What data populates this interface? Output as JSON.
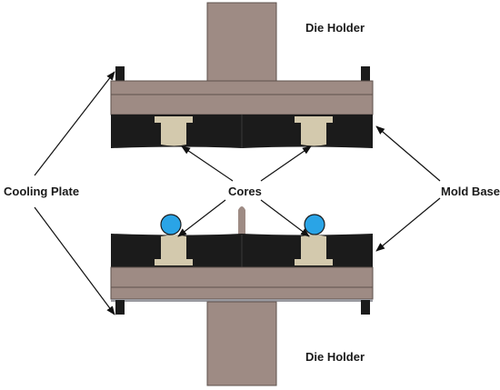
{
  "labels": {
    "die_holder_top": "Die Holder",
    "die_holder_bottom": "Die Holder",
    "cooling_plate": "Cooling Plate",
    "cores": "Cores",
    "mold_base": "Mold Base"
  },
  "colors": {
    "holder": "#9e8b84",
    "holder_stroke": "#5e504b",
    "mold": "#1b1b1b",
    "core": "#d3c9ad",
    "ball": "#2aa4e6",
    "arrow": "#111111",
    "gray_strip": "#9a9aa0"
  }
}
